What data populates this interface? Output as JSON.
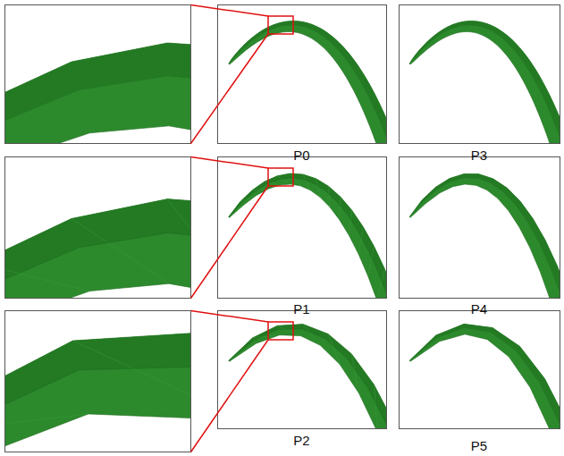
{
  "diagram": {
    "labels": [
      "P0",
      "P3",
      "P1",
      "P4",
      "P2",
      "P5"
    ]
  }
}
